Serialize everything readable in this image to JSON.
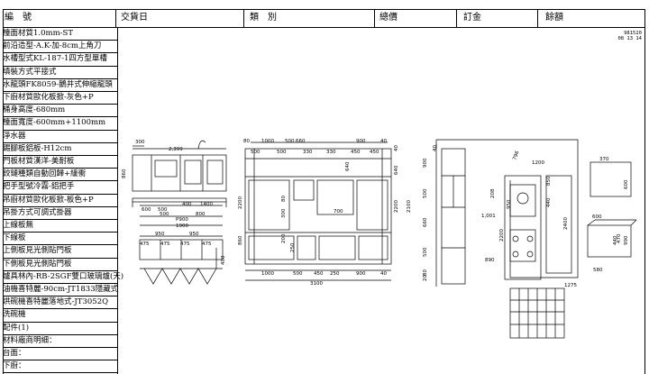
{
  "header": {
    "labels": [
      "編　號",
      "交貨日",
      "類　別",
      "總價",
      "訂金",
      "餘額"
    ]
  },
  "spec_rows": [
    {
      "key": "檯面材質",
      "value": "1.0mm-ST"
    },
    {
      "key": "前沿造型",
      "value": "-A.K-加-8cm上角刀"
    },
    {
      "key": "水槽型式",
      "value": "KL-187-1四方型單槽"
    },
    {
      "key": "填裝方式",
      "value": "平接式"
    },
    {
      "key": "水龍頭",
      "value": "FK8059-鵝井式伸縮龍頭"
    },
    {
      "key": "下廚材質",
      "value": "歐化板掀-灰色+P"
    },
    {
      "key": "桶身高度",
      "value": "-680mm"
    },
    {
      "key": "檯面寬度",
      "value": "-600mm+1100mm"
    },
    {
      "key": "淨水器",
      "value": ""
    },
    {
      "key": "踢腳板",
      "value": "鋁板-H12cm"
    },
    {
      "key": "門板材質",
      "value": "漢洋-美耐板"
    },
    {
      "key": "鉸鏈種類",
      "value": "自動回歸+緩衝"
    },
    {
      "key": "把手型號",
      "value": "冷霧-鋁把手"
    },
    {
      "key": "吊廚材質",
      "value": "歐化板掀-板色+P"
    },
    {
      "key": "吊掛方式",
      "value": "可調式掛器"
    },
    {
      "key": "上線板",
      "value": "無"
    },
    {
      "key": "下線板",
      "value": ""
    },
    {
      "key": "上側板",
      "value": "見光側貼門板"
    },
    {
      "key": "下側板",
      "value": "見光側貼門板"
    },
    {
      "key": "爐具",
      "value": "林內-RB-2SGF雙口玻璃爐(天)"
    },
    {
      "key": "油機",
      "value": "喜特麗-90cm-JT1833隱藏式"
    },
    {
      "key": "烘碗機",
      "value": "喜特麗落地式-JT3052Q"
    },
    {
      "key": "洗碗機",
      "value": ""
    },
    {
      "key": "配件(1)",
      "value": ""
    },
    {
      "key": "材料廠商",
      "value": "明細："
    },
    {
      "key": "台面：",
      "value": ""
    },
    {
      "key": "下廚：",
      "value": ""
    }
  ],
  "stamp": {
    "line1": "981520",
    "line2": "08 13 14"
  },
  "drawing": {
    "left_elev": {
      "dims_top": [
        "300",
        "2,399"
      ],
      "dims_mid": [
        "860"
      ],
      "dims_bottom": [
        "600",
        "500",
        "400",
        "1400",
        "500",
        "800"
      ],
      "dims_bottom2": [
        "P900",
        "1900"
      ],
      "dims_upper": [
        "950",
        "950"
      ],
      "dims_upper2": [
        "475",
        "475",
        "475",
        "475"
      ],
      "dims_side": [
        "400"
      ]
    },
    "mid_elev": {
      "dims_top": [
        "80",
        "1000",
        "500",
        "660",
        "900",
        "40"
      ],
      "dims_top2": [
        "500",
        "500",
        "330",
        "330",
        "450",
        "450"
      ],
      "dims_inner": [
        "640",
        "700"
      ],
      "dims_vertical": [
        "2200",
        "860",
        "640",
        "2200",
        "2100",
        "40"
      ],
      "dims_bottom": [
        "1000",
        "500",
        "450",
        "250",
        "900",
        "40"
      ],
      "dims_total": [
        "3100"
      ],
      "dims_misc": [
        "200",
        "300",
        "80",
        "250"
      ]
    },
    "right_side": {
      "dims": [
        "900",
        "500",
        "660",
        "500",
        "80",
        "20",
        "40"
      ]
    },
    "plan": {
      "dims": [
        "796",
        "1200",
        "208",
        "1,001",
        "890",
        "2200",
        "2400",
        "950",
        "1275",
        "600",
        "470",
        "580",
        "990",
        "440",
        "600",
        "370",
        "850",
        "440"
      ]
    }
  }
}
